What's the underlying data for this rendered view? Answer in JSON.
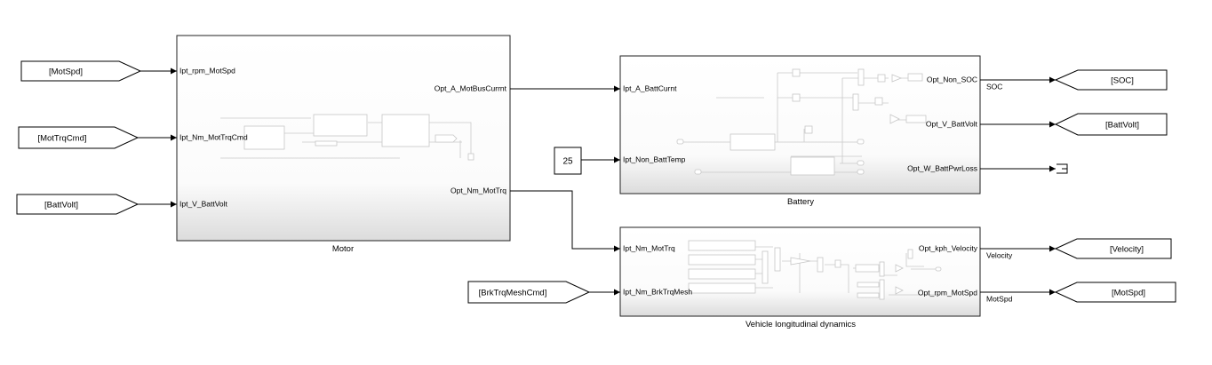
{
  "blocks": {
    "motor": {
      "name": "Motor",
      "inports": [
        "Ipt_rpm_MotSpd",
        "Ipt_Nm_MotTrqCmd",
        "Ipt_V_BattVolt"
      ],
      "outports": [
        "Opt_A_MotBusCurrnt",
        "Opt_Nm_MotTrq"
      ]
    },
    "battery": {
      "name": "Battery",
      "inports": [
        "Ipt_A_BattCurnt",
        "Ipt_Non_BattTemp"
      ],
      "outports": [
        "Opt_Non_SOC",
        "Opt_V_BattVolt",
        "Opt_W_BattPwrLoss"
      ]
    },
    "vehicle": {
      "name": "Vehicle longitudinal dynamics",
      "inports": [
        "Ipt_Nm_MotTrq",
        "Ipt_Nm_BrkTrqMesh"
      ],
      "outports": [
        "Opt_kph_Velocity",
        "Opt_rpm_MotSpd"
      ]
    }
  },
  "from_tags": {
    "mot_spd": "[MotSpd]",
    "mot_trq_cmd": "[MotTrqCmd]",
    "batt_volt": "[BattVolt]",
    "brk_trq_mesh_cmd": "[BrkTrqMeshCmd]"
  },
  "goto_tags": {
    "soc": "[SOC]",
    "batt_volt": "[BattVolt]",
    "velocity": "[Velocity]",
    "mot_spd": "[MotSpd]"
  },
  "constant": {
    "value": "25"
  },
  "signal_labels": {
    "soc": "SOC",
    "velocity": "Velocity",
    "mot_spd": "MotSpd"
  }
}
